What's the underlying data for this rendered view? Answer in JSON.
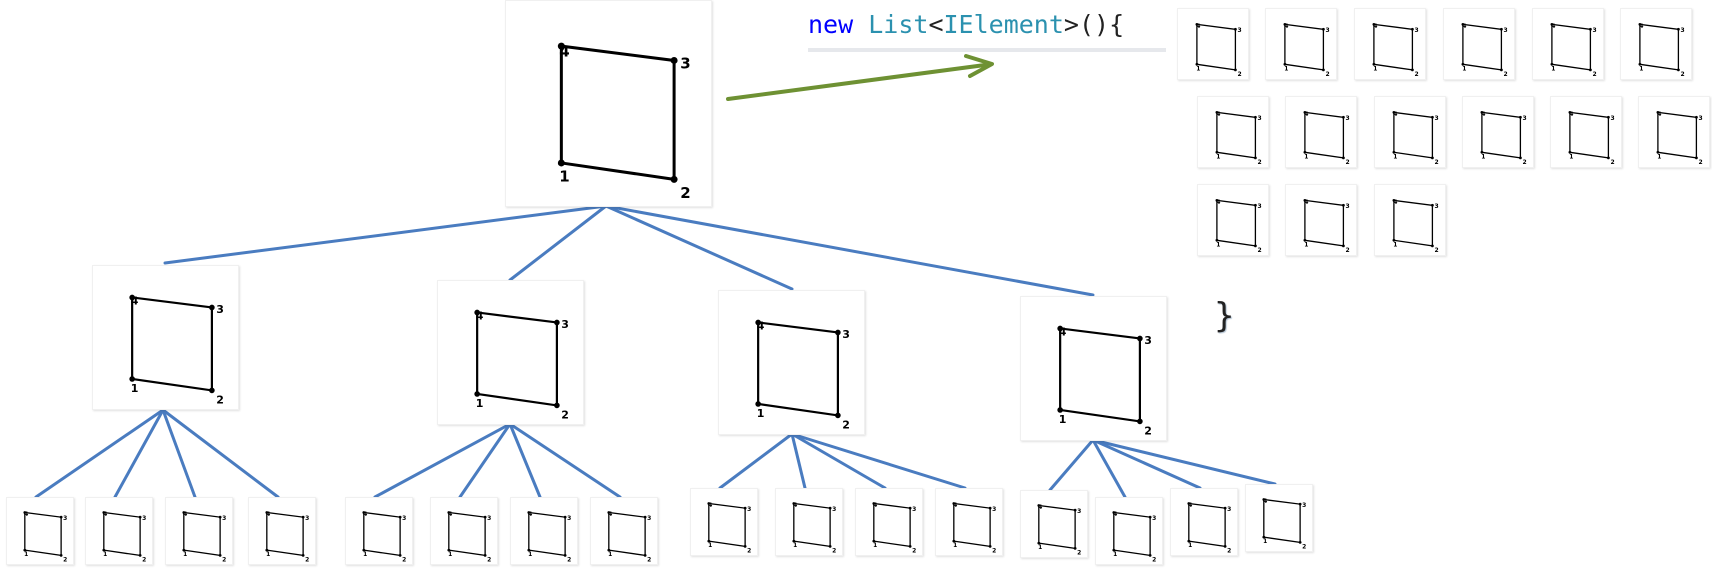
{
  "code": {
    "keyword": "new",
    "type_name": "List",
    "lt": "<",
    "generic_type": "IElement",
    "gt": ">",
    "suffix": "(){",
    "closing_brace": "}"
  },
  "colors": {
    "tree_connector": "#4a7cc0",
    "arrow": "#6e9133",
    "keyword": "#0000ff",
    "type": "#2b91af"
  },
  "element": {
    "node_labels": [
      "1",
      "2",
      "3",
      "4"
    ]
  },
  "tree": {
    "levels": 3,
    "children_per_node": 4,
    "root_count": 1,
    "level1_count": 4,
    "level2_count": 16
  },
  "list": {
    "element_count": 15,
    "rows": [
      6,
      6,
      3
    ]
  }
}
